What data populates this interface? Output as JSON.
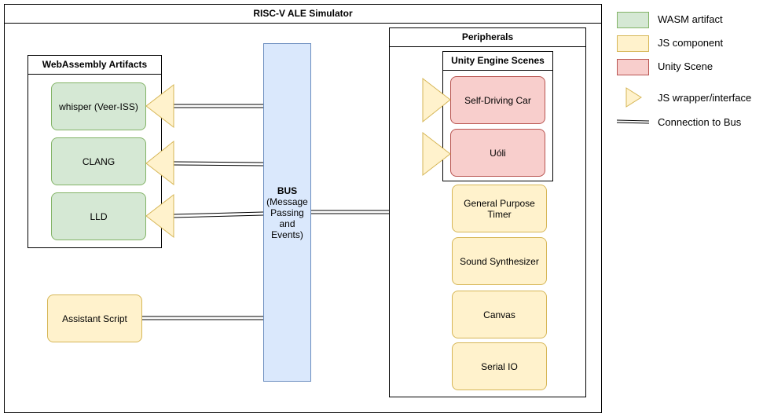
{
  "simulator": {
    "title": "RISC-V ALE Simulator"
  },
  "wasm": {
    "title": "WebAssembly Artifacts",
    "items": [
      "whisper (Veer-ISS)",
      "CLANG",
      "LLD"
    ]
  },
  "assistant": {
    "label": "Assistant Script"
  },
  "bus": {
    "title": "BUS",
    "subtitle": "(Message Passing and Events)"
  },
  "peripherals": {
    "title": "Peripherals",
    "unity": {
      "title": "Unity Engine Scenes",
      "items": [
        "Self-Driving Car",
        "Uóli"
      ]
    },
    "components": [
      "General Purpose Timer",
      "Sound Synthesizer",
      "Canvas",
      "Serial IO"
    ]
  },
  "legend": {
    "items": [
      {
        "label": "WASM artifact",
        "color": "#d5e8d4"
      },
      {
        "label": "JS component",
        "color": "#fff2cc"
      },
      {
        "label": "Unity Scene",
        "color": "#f8cecc"
      },
      {
        "label": "JS wrapper/interface",
        "color": "#fff2cc"
      },
      {
        "label": "Connection to Bus",
        "color": "#000000"
      }
    ]
  },
  "colors": {
    "wasm_fill": "#d5e8d4",
    "wasm_border": "#82b366",
    "js_fill": "#fff2cc",
    "js_border": "#d6b656",
    "unity_fill": "#f8cecc",
    "unity_border": "#b85450",
    "bus_fill": "#dae8fc",
    "bus_border": "#6c8ebf"
  }
}
